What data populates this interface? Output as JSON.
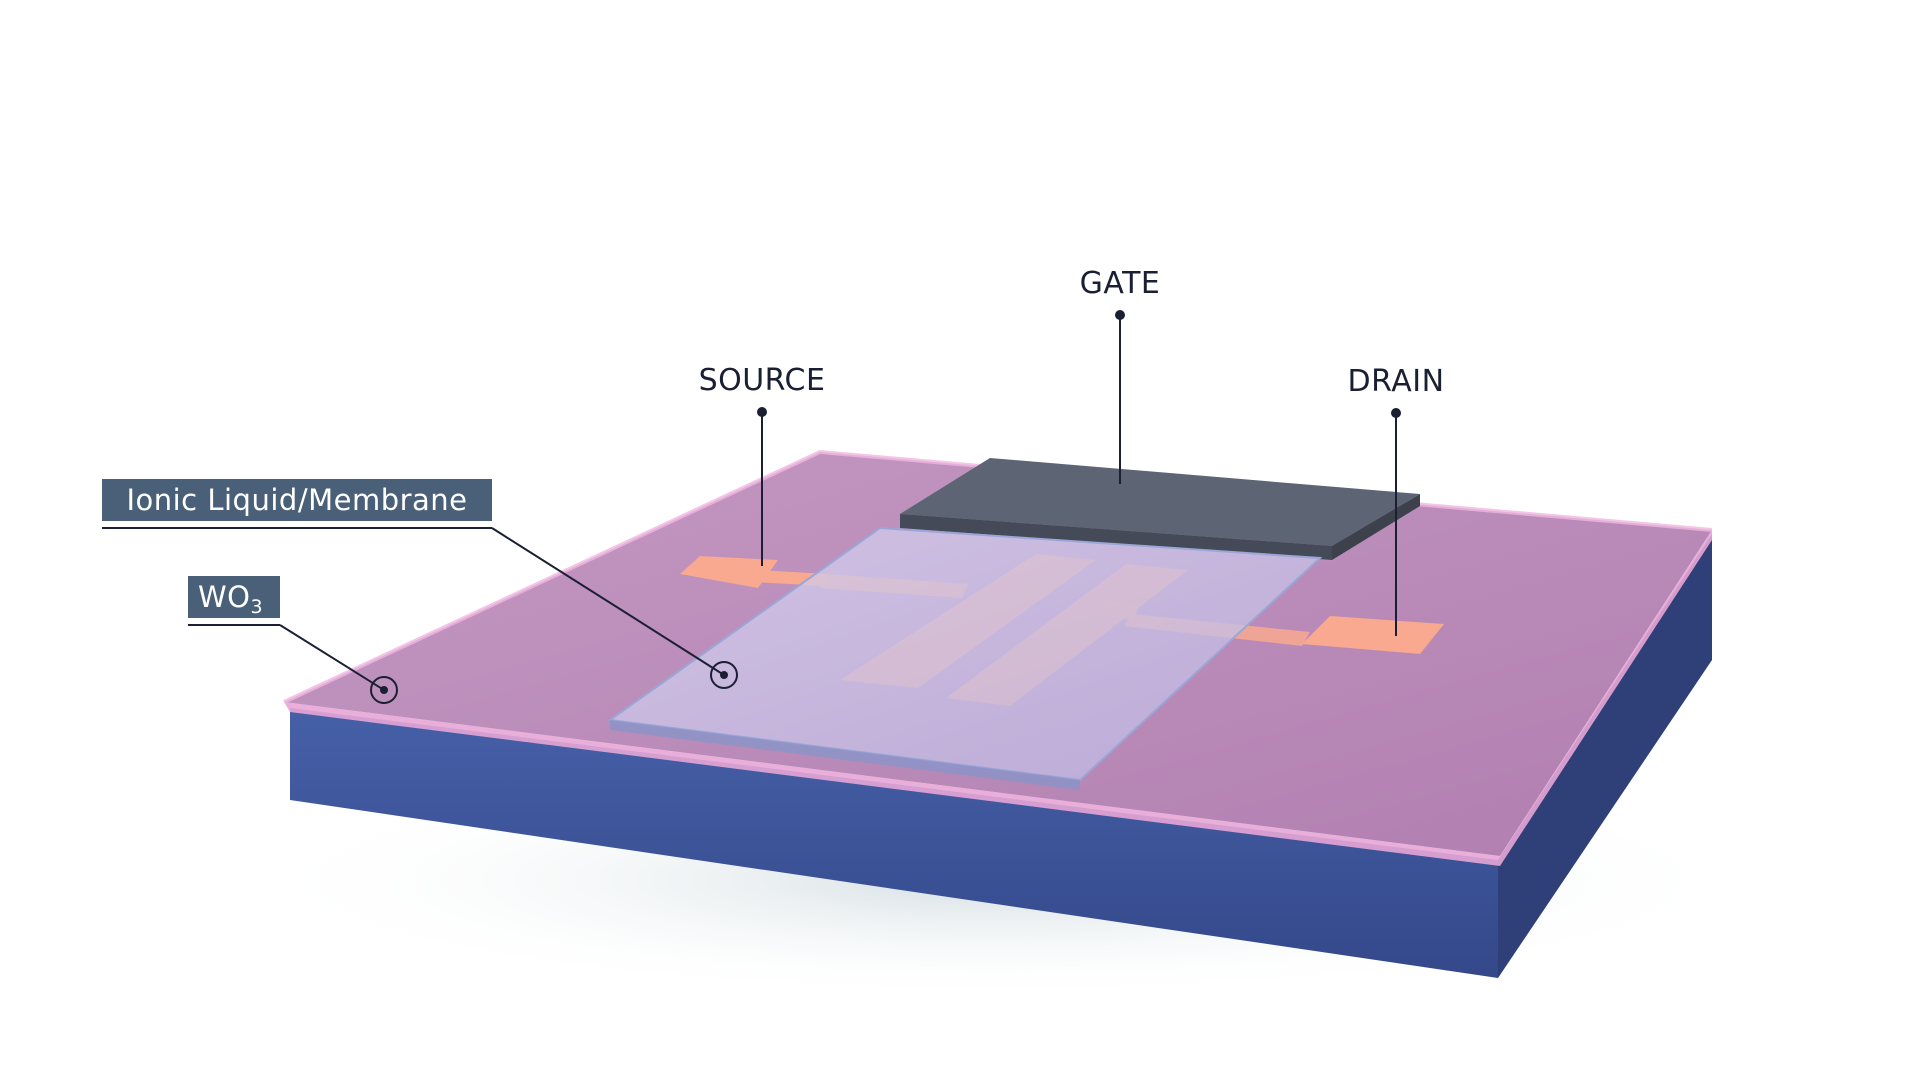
{
  "labels": {
    "gate": "GATE",
    "source": "SOURCE",
    "drain": "DRAIN",
    "ionic_liquid": "Ionic Liquid/Membrane",
    "wo3_main": "WO",
    "wo3_subscript": "3"
  },
  "colors": {
    "substrate_top": "#b98bb9",
    "substrate_front": "#3b4f94",
    "substrate_side": "#2f3f78",
    "pink_edge": "#e7a6d6",
    "gate": "#5d6474",
    "contact": "#f8a98f",
    "membrane": "#c9c3e6",
    "tag_background": "#4a6079",
    "text": "#1a1f33"
  },
  "icons": {
    "wo3_pointer": "target-circle-icon",
    "membrane_pointer": "target-circle-icon"
  }
}
